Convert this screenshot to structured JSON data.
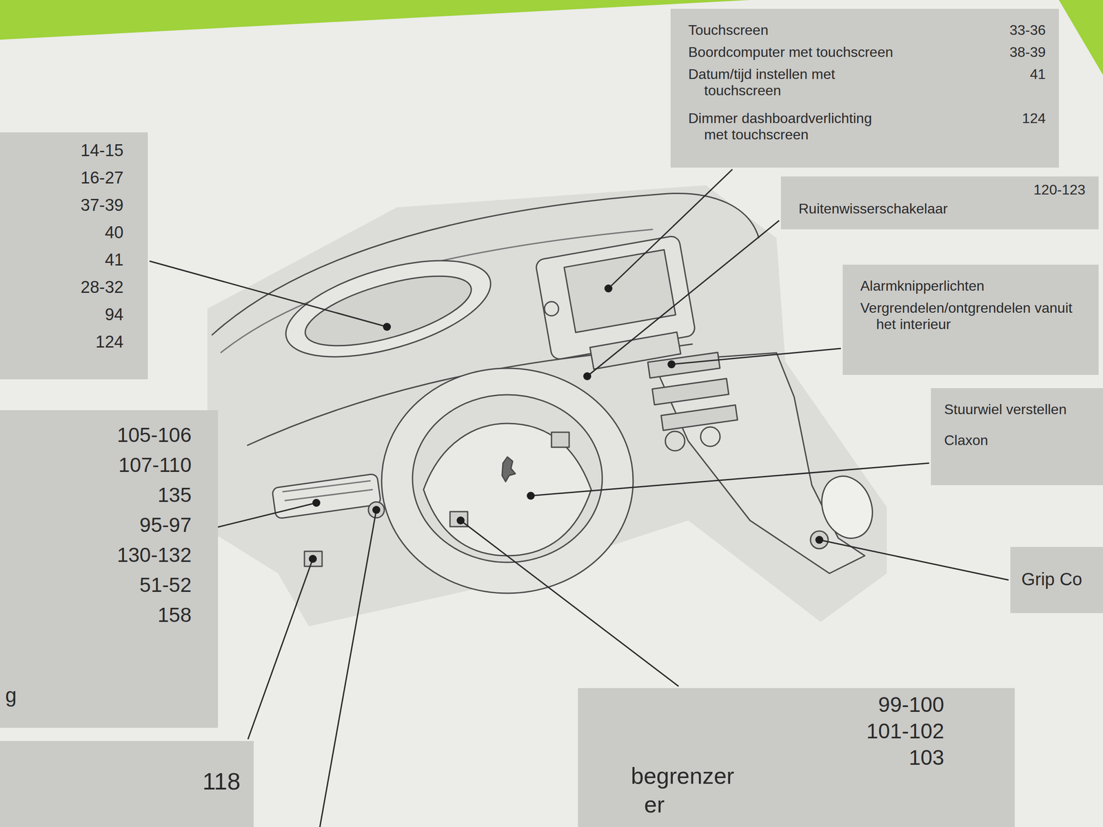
{
  "diagram": {
    "nodes": [
      {
        "text": [
          "14-15",
          "16-27",
          "37-39",
          "40",
          "41",
          "28-32",
          "94",
          "124"
        ]
      },
      {
        "text": [
          "Touchscreen",
          "33-36",
          "Boordcomputer met touchscreen",
          "38-39",
          "Datum/tijd instellen met touchscreen",
          "41",
          "Dimmer dashboardverlichting met touchscreen",
          "124"
        ]
      },
      {
        "text": [
          "Ruitenwisserschakelaar",
          "120-123"
        ]
      },
      {
        "text": [
          "Alarmknipperlichten",
          "Vergrendelen/ontgrendelen vanuit het interieur"
        ]
      },
      {
        "text": [
          "105-106",
          "107-110",
          "135",
          "95-97",
          "130-132",
          "51-52",
          "158",
          "g"
        ]
      },
      {
        "text": [
          "Stuurwiel verstellen",
          "Claxon"
        ]
      },
      {
        "text": [
          "Grip Co"
        ]
      },
      {
        "text": [
          "118"
        ]
      },
      {
        "text": [
          "begrenzer",
          "er",
          "99-100",
          "101-102",
          "103"
        ]
      }
    ]
  }
}
